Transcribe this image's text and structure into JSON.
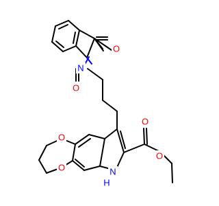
{
  "structure": {
    "atom_labels": {
      "oxygen_imide_top": "O",
      "oxygen_imide_bottom": "O",
      "nitrogen_imide": "N",
      "oxygen_dioxane_top": "O",
      "oxygen_dioxane_bottom": "O",
      "nitrogen_indole": "N",
      "hydrogen_indole": "H",
      "oxygen_carbonyl": "O",
      "oxygen_ester": "O"
    },
    "colors": {
      "bond": "#000000",
      "oxygen": "#ff0000",
      "nitrogen": "#0000ff",
      "background": "#ffffff"
    }
  }
}
